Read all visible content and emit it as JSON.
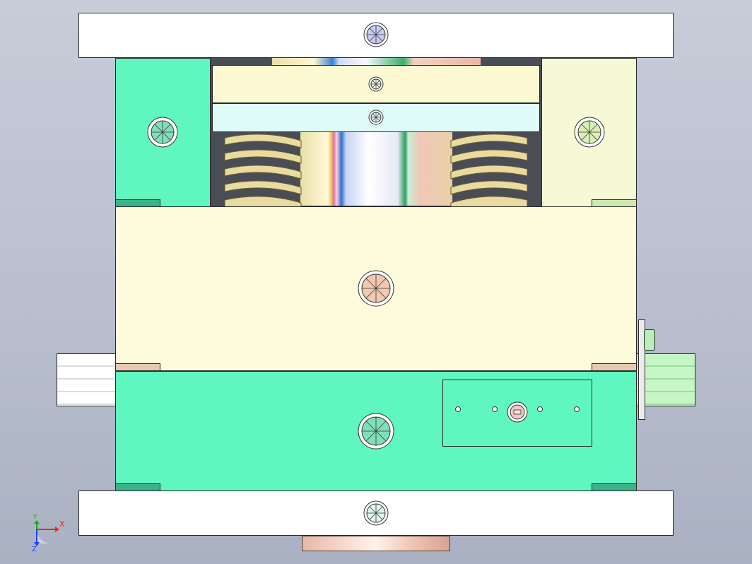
{
  "colors": {
    "background": "#bfc5d3",
    "top_clamp_plate": "#ffffff",
    "bottom_clamp_plate": "#ffffff",
    "a_plate": "#fdfbdc",
    "b_plate": "#5ff7bf",
    "ejector_retainer": "#fbf8d2",
    "ejector_plate": "#dffbf8",
    "left_side_block": "#5ff7bf",
    "right_side_block": "#f5f9d6",
    "spring": "#e8dba0",
    "sprue_bushing": "#e8b8a8",
    "triad_x": "#ff2020",
    "triad_y": "#10b010",
    "triad_z": "#2040ff"
  },
  "view": {
    "orientation_triad": {
      "x_label": "X",
      "y_label": "Y",
      "z_label": "Z"
    }
  },
  "components": {
    "top_clamp_plate": "top-clamp-plate",
    "a_plate": "cavity-plate",
    "b_plate": "core-plate",
    "bottom_clamp_plate": "bottom-clamp-plate",
    "ejector_retainer_plate": "ejector-retainer-plate",
    "ejector_plate": "ejector-plate",
    "return_springs": 2,
    "side_lock_blocks": 2,
    "nameplate_screw_holes": 4
  }
}
